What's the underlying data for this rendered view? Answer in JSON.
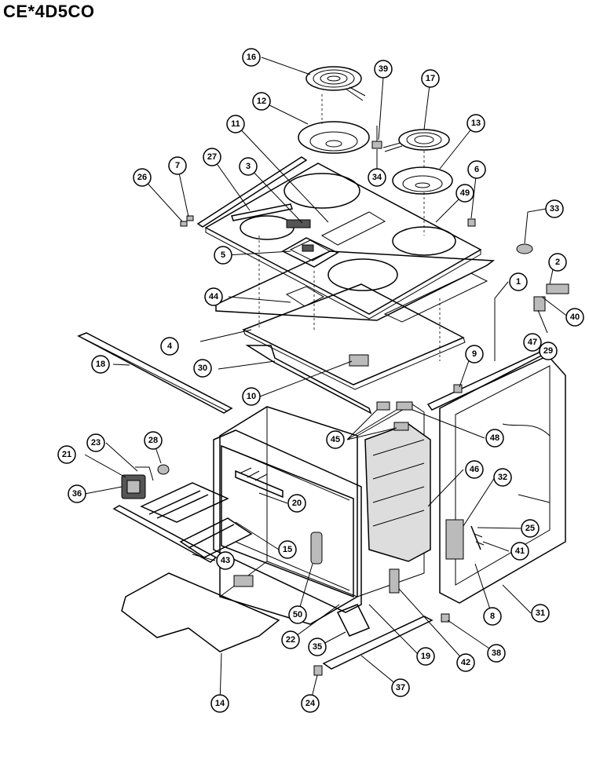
{
  "title": "CE*4D5CO",
  "callouts": [
    "1",
    "2",
    "3",
    "4",
    "5",
    "6",
    "7",
    "8",
    "9",
    "10",
    "11",
    "12",
    "13",
    "14",
    "15",
    "16",
    "17",
    "18",
    "19",
    "20",
    "21",
    "22",
    "23",
    "24",
    "25",
    "26",
    "27",
    "28",
    "29",
    "30",
    "31",
    "32",
    "33",
    "34",
    "35",
    "36",
    "37",
    "38",
    "39",
    "40",
    "41",
    "42",
    "43",
    "44",
    "45",
    "46",
    "47",
    "48",
    "49",
    "50"
  ]
}
